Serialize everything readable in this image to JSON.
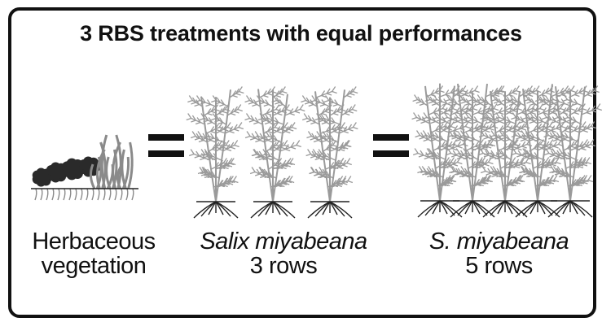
{
  "title": "3 RBS treatments with equal performances",
  "treatments": [
    {
      "line1": "Herbaceous",
      "line2": "vegetation"
    },
    {
      "line1": "Salix miyabeana",
      "line2": "3 rows"
    },
    {
      "line1": "S. miyabeana",
      "line2": "5 rows"
    }
  ],
  "equals_symbol": "=",
  "colors": {
    "herb_dark": "#2a2a2a",
    "herb_light": "#8a8a8a",
    "willow": "#9a9a9a",
    "roots": "#222222",
    "frame": "#111111"
  }
}
